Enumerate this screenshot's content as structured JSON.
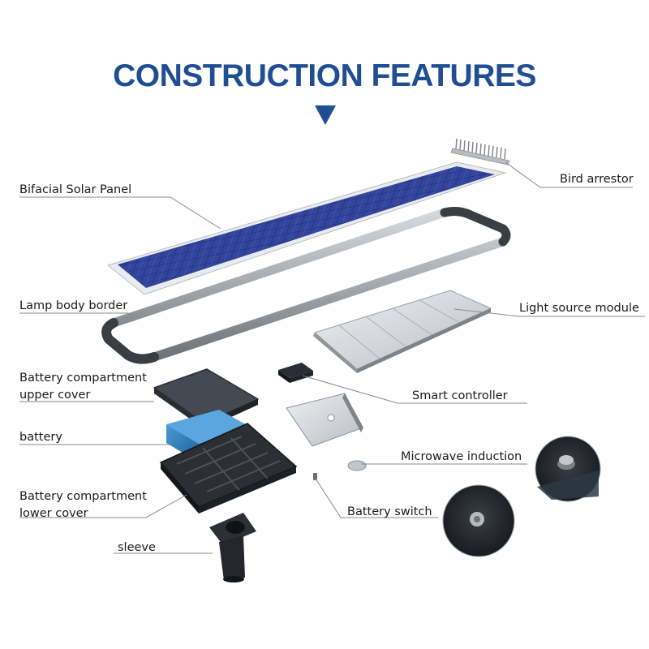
{
  "title": "CONSTRUCTION FEATURES",
  "labels": {
    "bird_arrestor": "Bird arrestor",
    "bifacial_solar_panel": "Bifacial Solar Panel",
    "lamp_body_border": "Lamp body border",
    "light_source_module": "Light source module",
    "battery_upper_cover_line1": "Battery compartment",
    "battery_upper_cover_line2": "upper cover",
    "smart_controller": "Smart controller",
    "battery": "battery",
    "microwave_induction": "Microwave induction",
    "battery_lower_cover_line1": "Battery compartment",
    "battery_lower_cover_line2": "lower cover",
    "battery_switch": "Battery switch",
    "sleeve": "sleeve"
  },
  "colors": {
    "title": "#1f4e93",
    "solar_cell": "#2b3a8f",
    "battery": "#2f7fc0",
    "cover": "#3c3c3c",
    "frame": "#9a9ea3",
    "leader_line": "#8a8a8a"
  }
}
